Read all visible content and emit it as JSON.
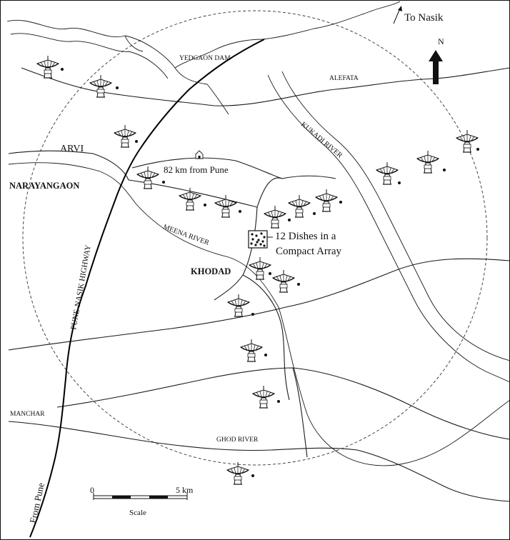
{
  "map": {
    "places": {
      "to_nasik": "To Nasik",
      "yedgaon_dam": "YEDGAON DAM",
      "alefata": "ALEFATA",
      "arvi": "ARVI",
      "narayangaon": "NARAYANGAON",
      "khodad": "KHODAD",
      "manchar": "MANCHAR",
      "from_pune": "From Pune"
    },
    "rivers": {
      "kukadi": "KUKADI RIVER",
      "meena": "MEENA RIVER",
      "ghod": "GHOD RIVER"
    },
    "roads": {
      "highway": "PUNE-NASIK HIGHWAY"
    },
    "annotations": {
      "distance": "82 km from Pune",
      "array_line1": "12 Dishes in a",
      "array_line2": "Compact Array"
    },
    "north": "N",
    "scale": {
      "start": "0",
      "end": "5 km",
      "caption": "Scale"
    },
    "icons": {
      "dish": "radio-telescope-dish-icon",
      "north": "north-arrow-icon",
      "landmark": "house-icon"
    }
  }
}
